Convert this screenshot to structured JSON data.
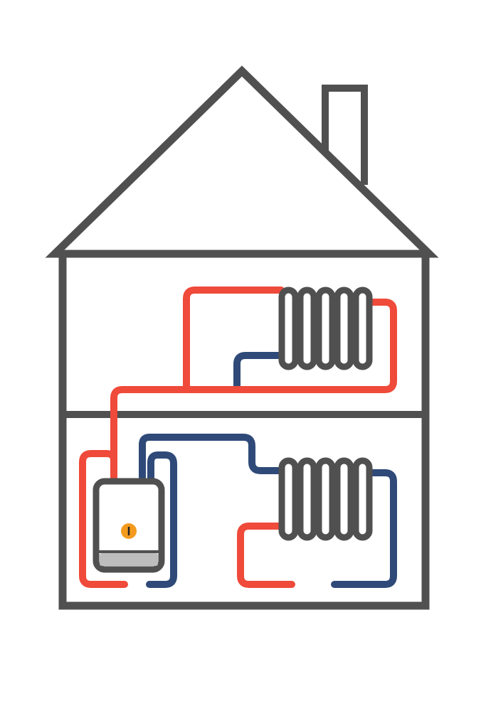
{
  "colors": {
    "outline": "#505050",
    "hot": "#ef4a3a",
    "cold": "#2f4a78",
    "boiler_panel": "#bdbdbd",
    "boiler_body": "#ffffff",
    "indicator": "#f39a1e",
    "background": "#ffffff"
  },
  "icons": {
    "house": "house-outline-icon",
    "chimney": "chimney-icon",
    "boiler": "boiler-icon",
    "radiator_upper": "radiator-icon",
    "radiator_lower": "radiator-icon",
    "power_indicator": "power-indicator-icon"
  },
  "structure": {
    "floors": 2,
    "radiators": 2,
    "radiator_fins": 5
  }
}
